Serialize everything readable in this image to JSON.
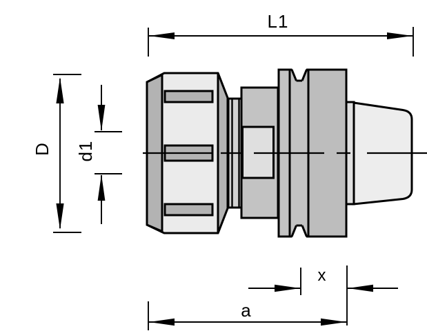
{
  "diagram": {
    "labels": {
      "length_total": "L1",
      "outer_diameter": "D",
      "bore_diameter": "d1",
      "gauge_x": "x",
      "length_a": "a"
    },
    "colors": {
      "background": "#ffffff",
      "line": "#000000",
      "nut_face": "#ebebeb",
      "nut_side": "#b3b3b3",
      "slot": "#b3b3b3",
      "neck": "#d2d2d2",
      "body": "#c3c3c3",
      "collet_window": "#dfdfdf",
      "flange": "#bdbdbd",
      "step_ring": "#e0e0e0",
      "taper": "#ededed"
    }
  }
}
